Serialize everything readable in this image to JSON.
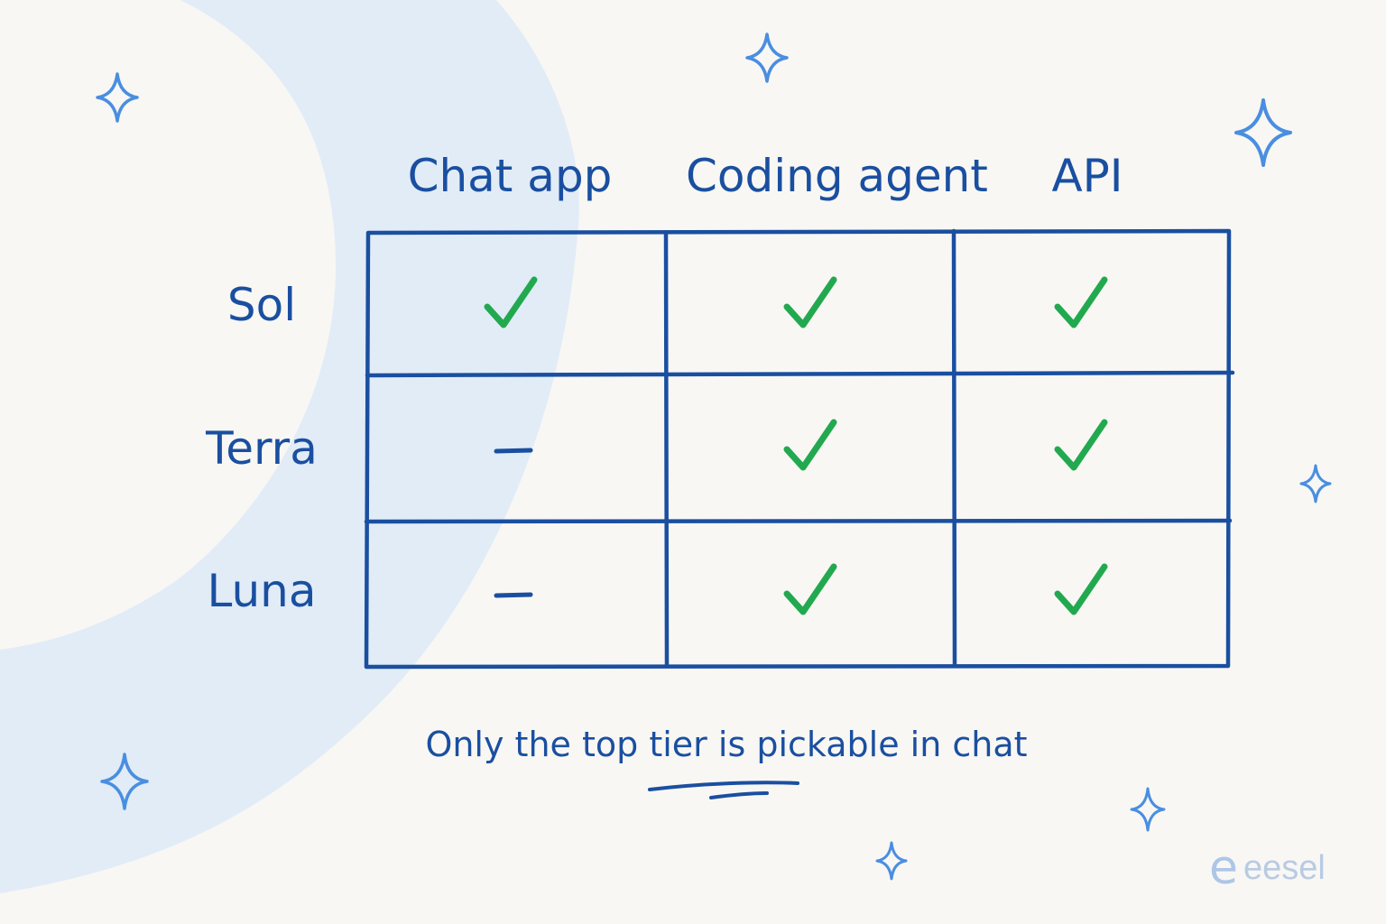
{
  "columns": [
    "Chat app",
    "Coding agent",
    "API"
  ],
  "rows": [
    {
      "label": "Sol",
      "cells": [
        "check",
        "check",
        "check"
      ]
    },
    {
      "label": "Terra",
      "cells": [
        "dash",
        "check",
        "check"
      ]
    },
    {
      "label": "Luna",
      "cells": [
        "dash",
        "check",
        "check"
      ]
    }
  ],
  "caption": "Only the top tier is pickable in chat",
  "brand": {
    "name": "eesel",
    "mark": "e"
  },
  "icons": {
    "check": "checkmark-icon",
    "dash": "dash-icon",
    "sparkle": "sparkle-icon"
  },
  "colors": {
    "ink": "#1a4fa0",
    "check": "#22a94f",
    "background": "#f8f7f4",
    "blob": "#e1ecf7",
    "sparkle": "#4a8ee0"
  }
}
